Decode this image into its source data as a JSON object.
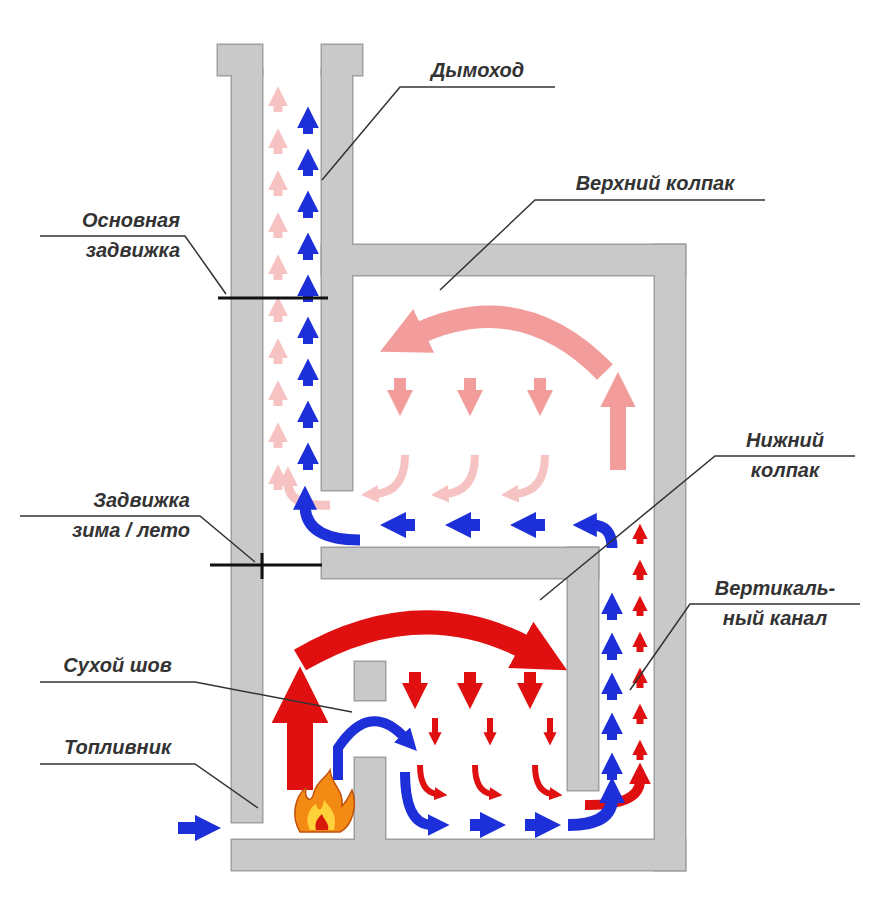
{
  "diagram": {
    "labels": [
      "Дымоход",
      "Верхний колпак",
      "Основная задвижка",
      "Нижний колпак",
      "Задвижка зима / лето",
      "Вертикаль- ный канал",
      "Сухой шов",
      "Топливник"
    ]
  }
}
